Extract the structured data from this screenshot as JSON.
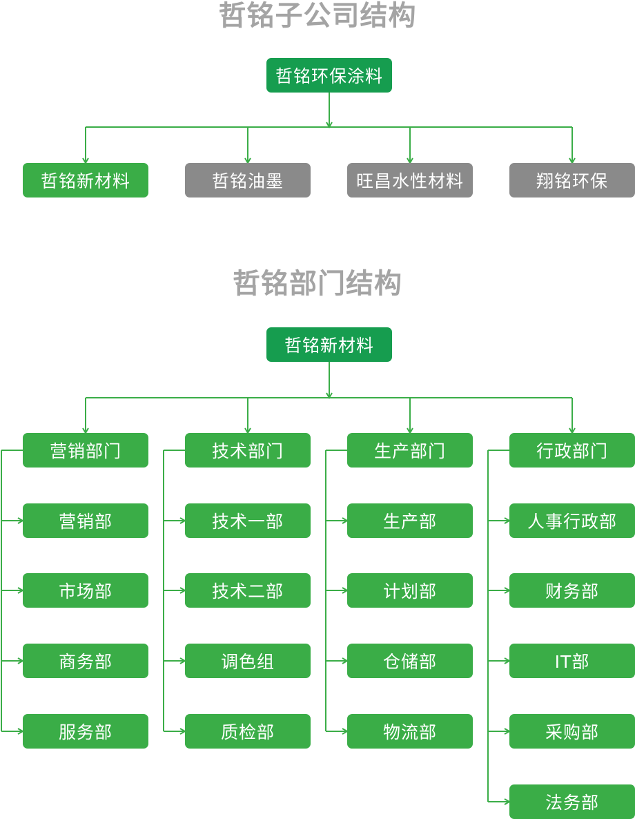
{
  "colors": {
    "dark_green": "#169d4f",
    "green": "#3aad47",
    "gray": "#8a8a8a",
    "title_gray": "#a4a4a4"
  },
  "subsidiary_chart": {
    "title": "哲铭子公司结构",
    "root": "哲铭环保涂料",
    "children": [
      {
        "label": "哲铭新材料",
        "style": "green"
      },
      {
        "label": "哲铭油墨",
        "style": "gray"
      },
      {
        "label": "旺昌水性材料",
        "style": "gray"
      },
      {
        "label": "翔铭环保",
        "style": "gray"
      }
    ]
  },
  "department_chart": {
    "title": "哲铭部门结构",
    "root": "哲铭新材料",
    "departments": [
      {
        "label": "营销部门",
        "units": [
          "营销部",
          "市场部",
          "商务部",
          "服务部"
        ]
      },
      {
        "label": "技术部门",
        "units": [
          "技术一部",
          "技术二部",
          "调色组",
          "质检部"
        ]
      },
      {
        "label": "生产部门",
        "units": [
          "生产部",
          "计划部",
          "仓储部",
          "物流部"
        ]
      },
      {
        "label": "行政部门",
        "units": [
          "人事行政部",
          "财务部",
          "IT部",
          "采购部",
          "法务部"
        ]
      }
    ]
  }
}
